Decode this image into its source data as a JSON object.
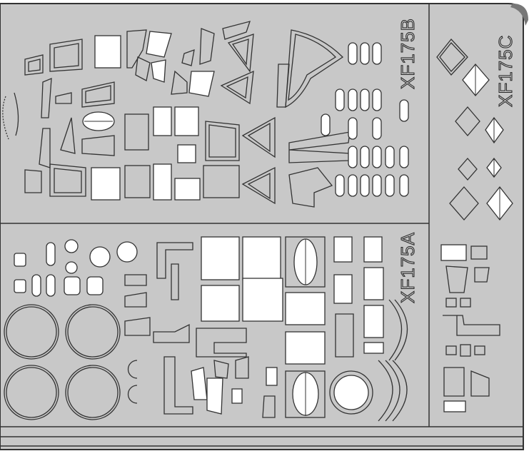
{
  "sheet": {
    "background_color": "#c8c8c8",
    "labels": {
      "section_a": "XF175A",
      "section_b": "XF175B",
      "section_c": "XF175C"
    }
  }
}
